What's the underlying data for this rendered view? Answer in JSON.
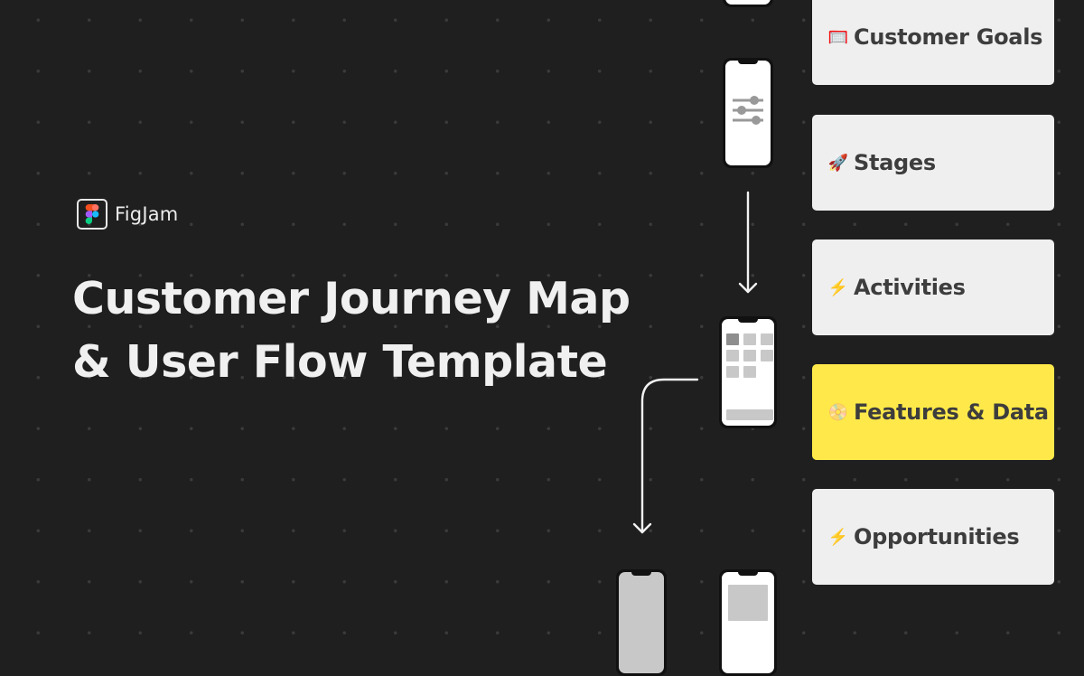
{
  "brand": {
    "name": "FigJam",
    "icon": "figma-logo-icon"
  },
  "title": {
    "line1": "Customer Journey Map",
    "line2": "& User Flow Template"
  },
  "cards": [
    {
      "label": "Customer Goals",
      "icon": "goal-net-icon",
      "glyph": "🥅",
      "highlighted": false
    },
    {
      "label": "Stages",
      "icon": "rocket-icon",
      "glyph": "🚀",
      "highlighted": false
    },
    {
      "label": "Activities",
      "icon": "lightning-icon",
      "glyph": "⚡",
      "highlighted": false
    },
    {
      "label": "Features & Data",
      "icon": "disc-icon",
      "glyph": "📀",
      "highlighted": true
    },
    {
      "label": "Opportunities",
      "icon": "lightning-icon",
      "glyph": "⚡",
      "highlighted": false
    }
  ],
  "colors": {
    "background": "#1f1f1f",
    "card": "#efefef",
    "highlight": "#ffe94a",
    "text": "#3d3d3d"
  }
}
